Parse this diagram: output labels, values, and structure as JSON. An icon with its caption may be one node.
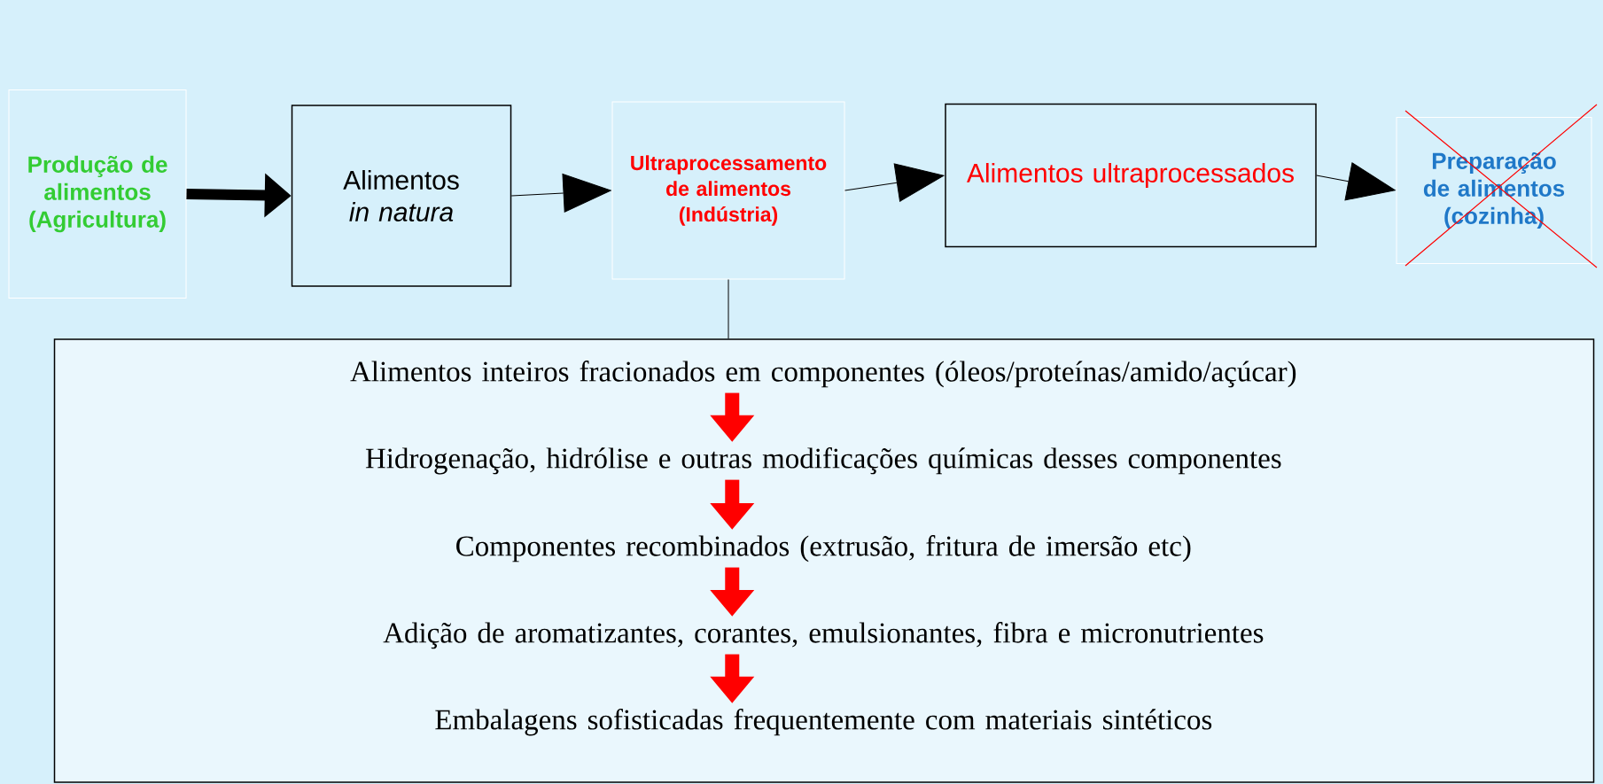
{
  "diagram": {
    "nodes": [
      {
        "text": [
          "Produção de alimentos (Agricultura)"
        ]
      },
      {
        "text": [
          "Alimentos *in natura*"
        ]
      },
      {
        "text": [
          "Ultraprocessamento de alimentos (Indústria)"
        ]
      },
      {
        "text": [
          "Alimentos ultraprocessados"
        ]
      },
      {
        "text": [
          "Preparação de alimentos (cozinha)"
        ]
      },
      {
        "text": [],
        "shape": "box"
      },
      {
        "text": [
          "Alimentos inteiros fracionados em componentes (óleos/proteínas/amido/açúcar)"
        ],
        "in": 5
      },
      {
        "text": [
          "Hidrogenação, hidrólise e outras modificações químicas desses componentes"
        ],
        "in": 5
      },
      {
        "text": [
          "Componentes recombinados (extrusão, fritura de imersão etc)"
        ],
        "in": 5
      },
      {
        "text": [
          "Adição de aromatizantes, corantes, emulsionantes, fibra e micronutrientes"
        ],
        "in": 5
      },
      {
        "text": [
          "Embalagens sofisticadas frequentemente com materiais sintéticos"
        ],
        "in": 5
      }
    ],
    "edges": [
      {
        "from": 0,
        "to": 1,
        "arrow": "to"
      },
      {
        "from": 1,
        "to": 2,
        "arrow": "to"
      },
      {
        "from": 2,
        "to": 3,
        "arrow": "to"
      },
      {
        "from": 3,
        "to": 4,
        "arrow": "to"
      },
      {
        "from": 2,
        "to": 5,
        "arrow": "none"
      },
      {
        "from": 6,
        "to": 7,
        "arrow": "to",
        "color": "#ff0000"
      },
      {
        "from": 7,
        "to": 8,
        "arrow": "to",
        "color": "#ff0000"
      },
      {
        "from": 8,
        "to": 9,
        "arrow": "to",
        "color": "#ff0000"
      },
      {
        "from": 9,
        "to": 10,
        "arrow": "to",
        "color": "#ff0000"
      }
    ]
  }
}
